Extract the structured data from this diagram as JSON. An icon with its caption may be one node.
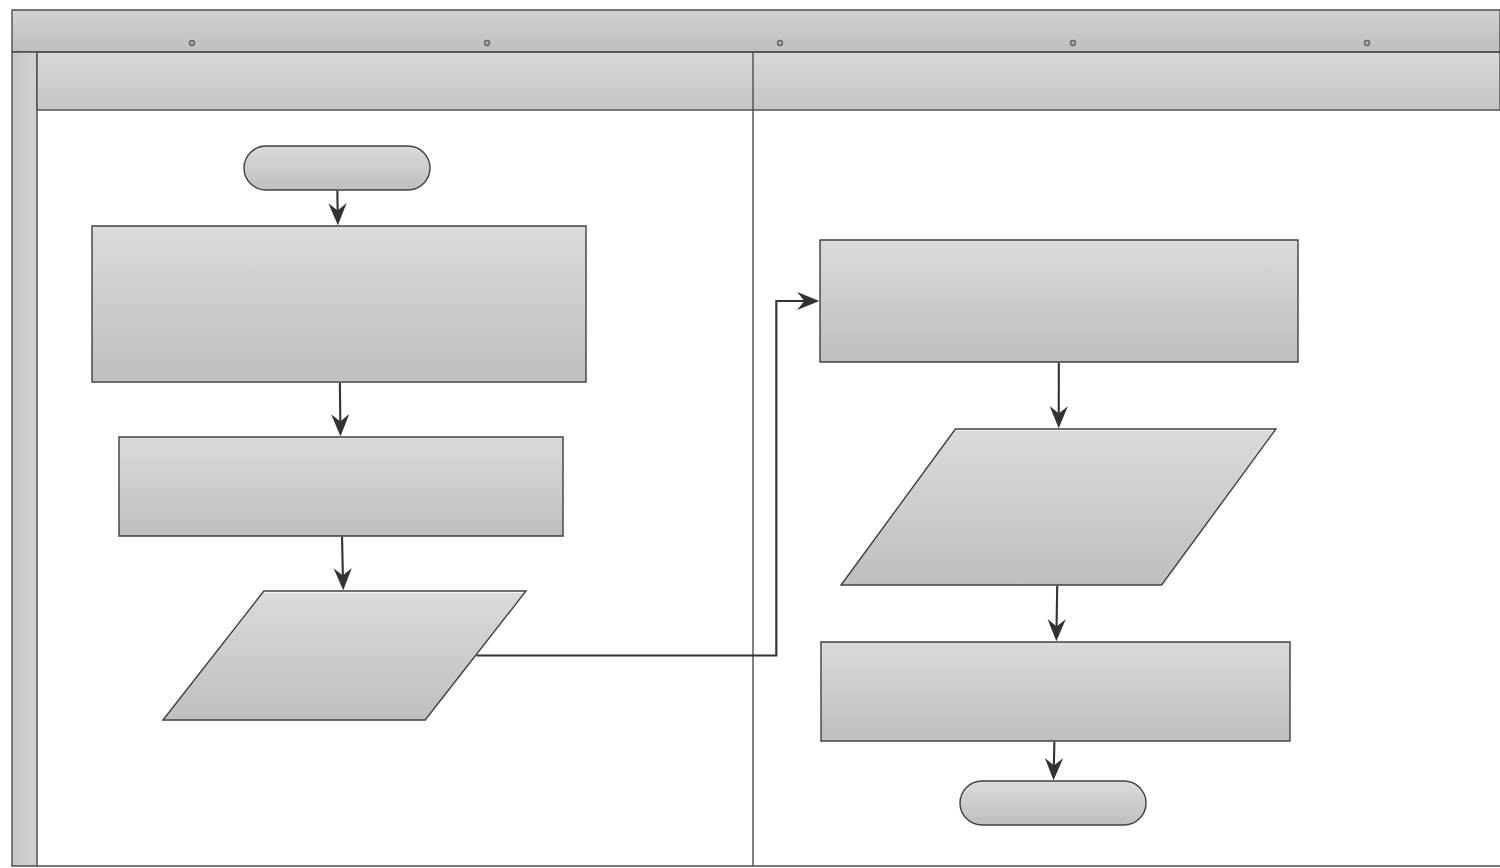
{
  "diagram": {
    "nodes": [
      {
        "text": [],
        "shape": "oval"
      },
      {
        "text": [],
        "shape": "box"
      },
      {
        "text": [],
        "shape": "box"
      },
      {
        "text": [],
        "shape": "parallelogram"
      },
      {
        "text": [],
        "shape": "box"
      },
      {
        "text": [],
        "shape": "parallelogram"
      },
      {
        "text": [],
        "shape": "box"
      },
      {
        "text": [],
        "shape": "oval"
      }
    ],
    "edges": [
      {
        "from": 0,
        "to": 1,
        "arrow": "to"
      },
      {
        "from": 1,
        "to": 2,
        "arrow": "to"
      },
      {
        "from": 2,
        "to": 3,
        "arrow": "to"
      },
      {
        "from": 3,
        "to": 4,
        "arrow": "to"
      },
      {
        "from": 4,
        "to": 5,
        "arrow": "to"
      },
      {
        "from": 5,
        "to": 6,
        "arrow": "to"
      },
      {
        "from": 6,
        "to": 7,
        "arrow": "to"
      }
    ]
  }
}
